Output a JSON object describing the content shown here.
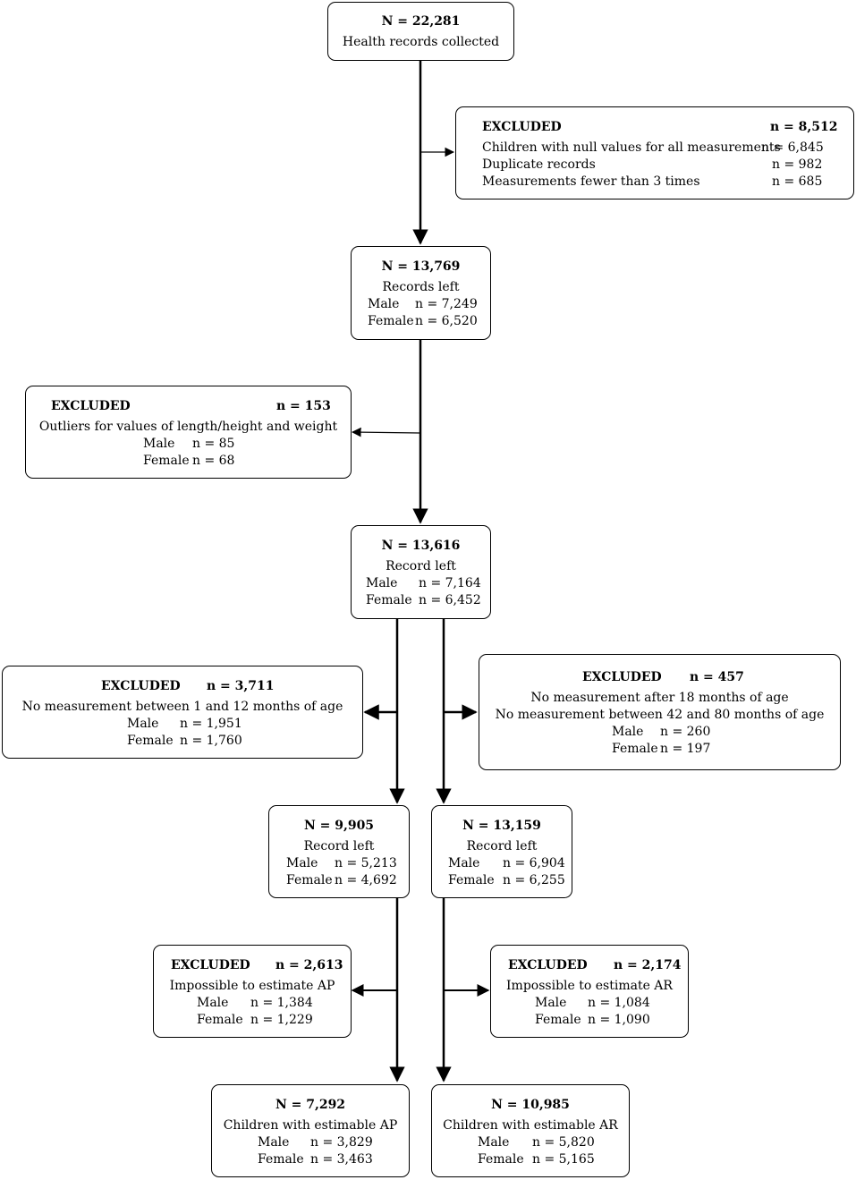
{
  "total": {
    "n": "N = 22,281",
    "label": "Health records collected"
  },
  "excl1": {
    "title": "EXCLUDED",
    "n": "n = 8,512",
    "rows": [
      {
        "label": "Children with null values for all measurements",
        "n": "n = 6,845"
      },
      {
        "label": "Duplicate records",
        "n": "n = 982"
      },
      {
        "label": "Measurements fewer than 3 times",
        "n": "n = 685"
      }
    ]
  },
  "left1": {
    "n": "N = 13,769",
    "label": "Records left",
    "male": "Male",
    "male_n": "n = 7,249",
    "female": "Female",
    "female_n": "n = 6,520"
  },
  "excl2": {
    "title": "EXCLUDED",
    "n": "n = 153",
    "label": "Outliers for values of length/height and weight",
    "male": "Male",
    "male_n": "n = 85",
    "female": "Female",
    "female_n": "n = 68"
  },
  "left2": {
    "n": "N = 13,616",
    "label": "Record left",
    "male": "Male",
    "male_n": "n = 7,164",
    "female": "Female",
    "female_n": "n = 6,452"
  },
  "excl3": {
    "title": "EXCLUDED",
    "n": "n = 3,711",
    "label": "No measurement between 1 and 12 months of age",
    "male": "Male",
    "male_n": "n = 1,951",
    "female": "Female",
    "female_n": "n = 1,760"
  },
  "excl4": {
    "title": "EXCLUDED",
    "n": "n = 457",
    "label1": "No measurement after 18 months of age",
    "label2": "No measurement between 42 and 80 months of age",
    "male": "Male",
    "male_n": "n = 260",
    "female": "Female",
    "female_n": "n = 197"
  },
  "left3a": {
    "n": "N = 9,905",
    "label": "Record left",
    "male": "Male",
    "male_n": "n = 5,213",
    "female": "Female",
    "female_n": "n = 4,692"
  },
  "left3b": {
    "n": "N = 13,159",
    "label": "Record left",
    "male": "Male",
    "male_n": "n = 6,904",
    "female": "Female",
    "female_n": "n = 6,255"
  },
  "excl5": {
    "title": "EXCLUDED",
    "n": "n = 2,613",
    "label": "Impossible to estimate AP",
    "male": "Male",
    "male_n": "n = 1,384",
    "female": "Female",
    "female_n": "n = 1,229"
  },
  "excl6": {
    "title": "EXCLUDED",
    "n": "n = 2,174",
    "label": "Impossible to estimate AR",
    "male": "Male",
    "male_n": "n = 1,084",
    "female": "Female",
    "female_n": "n = 1,090"
  },
  "final_ap": {
    "n": "N = 7,292",
    "label": "Children with estimable AP",
    "male": "Male",
    "male_n": "n = 3,829",
    "female": "Female",
    "female_n": "n = 3,463"
  },
  "final_ar": {
    "n": "N = 10,985",
    "label": "Children with estimable AR",
    "male": "Male",
    "male_n": "n = 5,820",
    "female": "Female",
    "female_n": "n = 5,165"
  }
}
